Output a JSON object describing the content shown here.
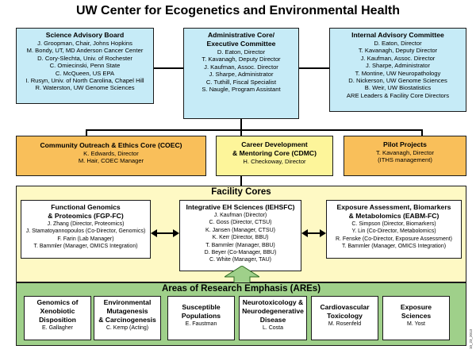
{
  "title": "UW Center for Ecogenetics and Environmental Health",
  "sab": {
    "heading": "Science Advisory Board",
    "lines": [
      "J. Groopman, Chair, Johns Hopkins",
      "M. Bondy, UT, MD Anderson Cancer Center",
      "D. Cory-Slechta, Univ. of Rochester",
      "C. Omiecinski, Penn State",
      "C. McQueen, US EPA",
      "I. Rusyn, Univ. of North Carolina, Chapel Hill",
      "R. Waterston, UW Genome Sciences"
    ]
  },
  "admin": {
    "heading": [
      "Administrative Core/",
      "Executive Committee"
    ],
    "lines": [
      "D. Eaton, Director",
      "T. Kavanagh, Deputy Director",
      "J. Kaufman, Assoc. Director",
      "J. Sharpe, Administrator",
      "C. Tuthill, Fiscal Specialist",
      "S. Naugle, Program Assistant"
    ]
  },
  "iac": {
    "heading": "Internal Advisory Committee",
    "lines": [
      "D. Eaton, Director",
      "T. Kavanagh, Deputy Director",
      "J. Kaufman, Assoc. Director",
      "J. Sharpe, Administrator",
      "T. Montine, UW Neuropathology",
      "D. Nickerson, UW Genome Sciences",
      "B. Weir, UW Biostatistics",
      "ARE Leaders & Facility Core Directors"
    ]
  },
  "coec": {
    "heading": "Community Outreach & Ethics Core (COEC)",
    "lines": [
      "K. Edwards, Director",
      "M. Hair, COEC Manager"
    ]
  },
  "cdmc": {
    "heading": [
      "Career Development",
      "& Mentoring Core (CDMC)"
    ],
    "lines": [
      "H. Checkoway, Director"
    ]
  },
  "pilot": {
    "heading": "Pilot Projects",
    "lines": [
      "T. Kavanagh, Director",
      "(ITHS management)"
    ]
  },
  "facility": {
    "heading": "Facility Cores",
    "fgp": {
      "heading": [
        "Functional Genomics",
        "& Proteomics (FGP-FC)"
      ],
      "lines": [
        "J. Zhang (Director, Proteomics)",
        "J. Stamatoyannopoulos (Co-Director, Genomics)",
        "F. Farin (Lab Manager)",
        "T. Bammler (Manager, OMICS Integration)"
      ]
    },
    "iehsfc": {
      "heading": [
        "Integrative EH Sciences (IEHSFC)"
      ],
      "lines": [
        "J. Kaufman (Director)",
        "C. Goss (Director, CTSU)",
        "K. Jansen (Manager, CTSU)",
        "K. Kerr (Director, BBU)",
        "T. Bammler (Manager, BBU)",
        "D. Beyer (Co-Manager, BBU)",
        "C. White (Manager, TAU)"
      ]
    },
    "eabm": {
      "heading": [
        "Exposure Assessment, Biomarkers",
        "& Metabolomics (EABM-FC)"
      ],
      "lines": [
        "C. Simpson (Director, Biomarkers)",
        "Y. Lin (Co-Director, Metabolomics)",
        "R. Fenske (Co-Director, Exposure Assessment)",
        "T. Bammler (Manager, OMICS Integration)"
      ]
    }
  },
  "ares": {
    "heading": "Areas of Research Emphasis (AREs)",
    "items": [
      {
        "title": [
          "Genomics of",
          "Xenobiotic",
          "Disposition"
        ],
        "leader": "E. Gallagher"
      },
      {
        "title": [
          "Environmental",
          "Mutagenesis",
          "& Carcinogenesis"
        ],
        "leader": "C. Kemp (Acting)"
      },
      {
        "title": [
          "Susceptible",
          "Populations"
        ],
        "leader": "E. Faustman"
      },
      {
        "title": [
          "Neurotoxicology &",
          "Neurodegenerative",
          "Disease"
        ],
        "leader": "L. Costa"
      },
      {
        "title": [
          "Cardiovascular",
          "Toxicology"
        ],
        "leader": "M. Rosenfeld"
      },
      {
        "title": [
          "Exposure",
          "Sciences"
        ],
        "leader": "M. Yost"
      }
    ]
  },
  "side_mark": "10_23_2013",
  "colors": {
    "cyan": "#c6ebf7",
    "orange": "#f9bf5a",
    "yellow": "#fdf59a",
    "green": "#9fd08a"
  }
}
